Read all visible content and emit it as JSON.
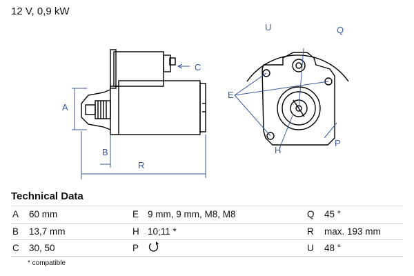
{
  "header": {
    "title": "12 V, 0,9 kW"
  },
  "drawing": {
    "labels": {
      "a": "A",
      "b": "B",
      "c": "C",
      "e": "E",
      "h": "H",
      "p": "P",
      "q": "Q",
      "r": "R",
      "u": "U"
    },
    "colors": {
      "line": "#000000",
      "dimension": "#3a5a9c"
    }
  },
  "tech": {
    "title": "Technical Data",
    "rows": [
      {
        "k1": "A",
        "v1": "60 mm",
        "k2": "E",
        "v2": "9 mm, 9 mm, M8, M8",
        "k3": "Q",
        "v3": "45 °"
      },
      {
        "k1": "B",
        "v1": "13,7 mm",
        "k2": "H",
        "v2": "10;11 *",
        "k3": "R",
        "v3": "max. 193 mm"
      },
      {
        "k1": "C",
        "v1": "30, 50",
        "k2": "P",
        "v2": "",
        "k3": "U",
        "v3": "48 °"
      }
    ],
    "p_icon": "clockwise-rotation-icon",
    "footnote": "* compatible"
  }
}
